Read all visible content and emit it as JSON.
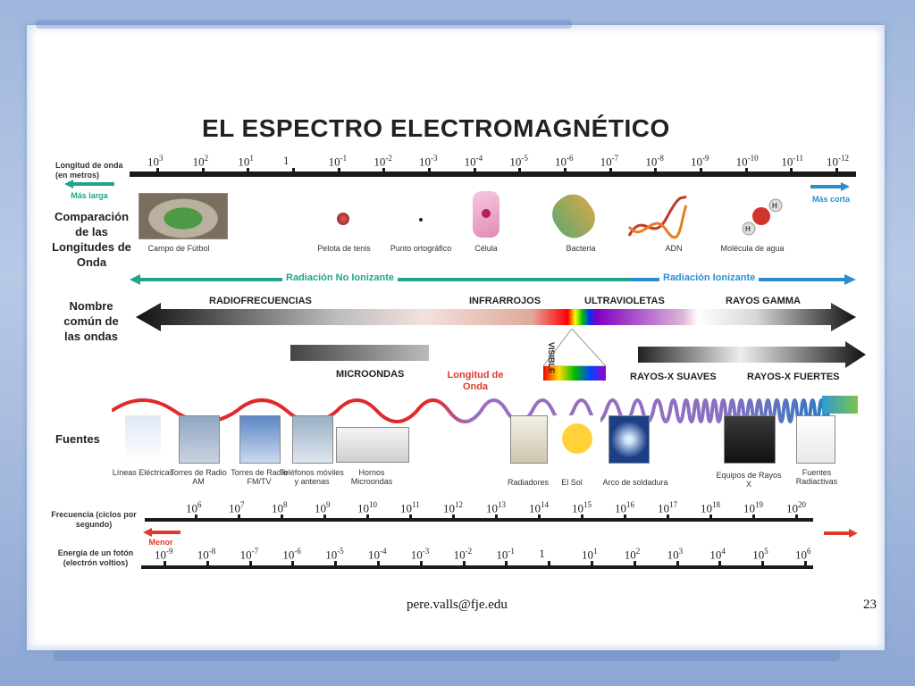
{
  "title": "EL ESPECTRO ELECTROMAGNÉTICO",
  "wavelength": {
    "label": "Longitud de onda (en metros)",
    "ticks": [
      "10^3",
      "10^2",
      "10^1",
      "1",
      "10^-1",
      "10^-2",
      "10^-3",
      "10^-4",
      "10^-5",
      "10^-6",
      "10^-7",
      "10^-8",
      "10^-9",
      "10^-10",
      "10^-11",
      "10^-12"
    ],
    "left_arrow": "Más larga",
    "right_arrow": "Más corta"
  },
  "comparison": {
    "label": "Comparación de las Longitudes de Onda",
    "items": [
      "Campo de Fútbol",
      "Pelota de tenis",
      "Punto ortográfico",
      "Célula",
      "Bacteria",
      "ADN",
      "Molécula de agua"
    ]
  },
  "radiation": {
    "non_ionizing": "Radiación No Ionizante",
    "ionizing": "Radiación Ionizante"
  },
  "common_name": {
    "label": "Nombre común de las ondas",
    "bands": [
      "RADIOFRECUENCIAS",
      "INFRARROJOS",
      "ULTRAVIOLETAS",
      "RAYOS GAMMA",
      "MICROONDAS",
      "VISIBLE",
      "RAYOS-X SUAVES",
      "RAYOS-X FUERTES"
    ],
    "wave_note": "Longitud de Onda"
  },
  "sources": {
    "label": "Fuentes",
    "items": [
      "Líneas Eléctricas",
      "Torres de Radio AM",
      "Torres de Radio FM/TV",
      "Teléfonos móviles y antenas",
      "Hornos Microondas",
      "Radiadores",
      "El Sol",
      "Arco de soldadura",
      "Equipos de Rayos X",
      "Fuentes Radiactivas"
    ]
  },
  "frequency": {
    "label": "Frecuencia (ciclos por segundo)",
    "ticks": [
      "10^6",
      "10^7",
      "10^8",
      "10^9",
      "10^10",
      "10^11",
      "10^12",
      "10^13",
      "10^14",
      "10^15",
      "10^16",
      "10^17",
      "10^18",
      "10^19",
      "10^20"
    ],
    "left_arrow": "Menor"
  },
  "energy": {
    "label": "Energía de un fotón (electrón voltios)",
    "ticks": [
      "10^-9",
      "10^-8",
      "10^-7",
      "10^-6",
      "10^-5",
      "10^-4",
      "10^-3",
      "10^-2",
      "10^-1",
      "1",
      "10^1",
      "10^2",
      "10^3",
      "10^4",
      "10^5",
      "10^6"
    ]
  },
  "footer": {
    "email": "pere.valls@fje.edu",
    "page": "23"
  },
  "colors": {
    "non_ionizing": "#1fa58a",
    "ionizing": "#2b8fcf",
    "arrow_red": "#e03b2a"
  }
}
